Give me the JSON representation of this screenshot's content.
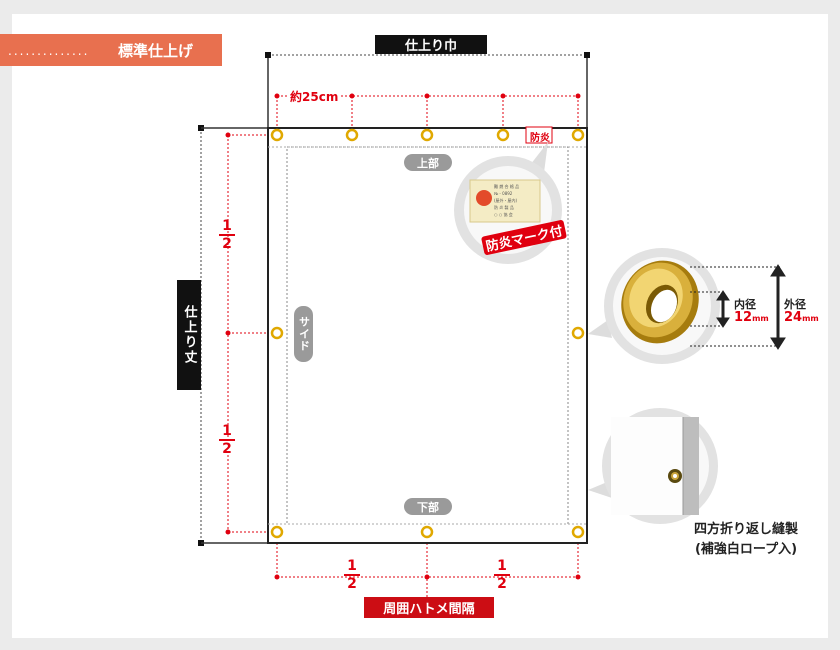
{
  "section_tag": {
    "dots": "..............",
    "label": "標準仕上げ"
  },
  "dimensions": {
    "width_label": "仕上り巾",
    "length_label": "仕上り丈",
    "spacing_label": "約25cm",
    "half_numerator": "1",
    "half_denominator": "2"
  },
  "sheet": {
    "top_label": "上部",
    "bottom_label": "下部",
    "side_label": "サイド",
    "flame_mark": "防炎"
  },
  "callout_label": {
    "title": "防炎マーク付",
    "sticker_lines": [
      "難 燃 合 格 品",
      "№ - 0892",
      "(屋外・屋内)",
      "防 炎 製 品",
      "○ ○ 協 会"
    ]
  },
  "grommet_spec": {
    "inner_label": "内径",
    "inner_value": "12",
    "inner_unit": "mm",
    "outer_label": "外径",
    "outer_value": "24",
    "outer_unit": "mm"
  },
  "hem_caption": {
    "line1": "四方折り返し縫製",
    "line2": "(補強白ロープ入)"
  },
  "perimeter_label": "周囲ハトメ間隔",
  "colors": {
    "accent": "#e8704f",
    "dimension_red": "#e0000f",
    "grommet": "#d4a017",
    "label_box": "#cc0d14"
  }
}
